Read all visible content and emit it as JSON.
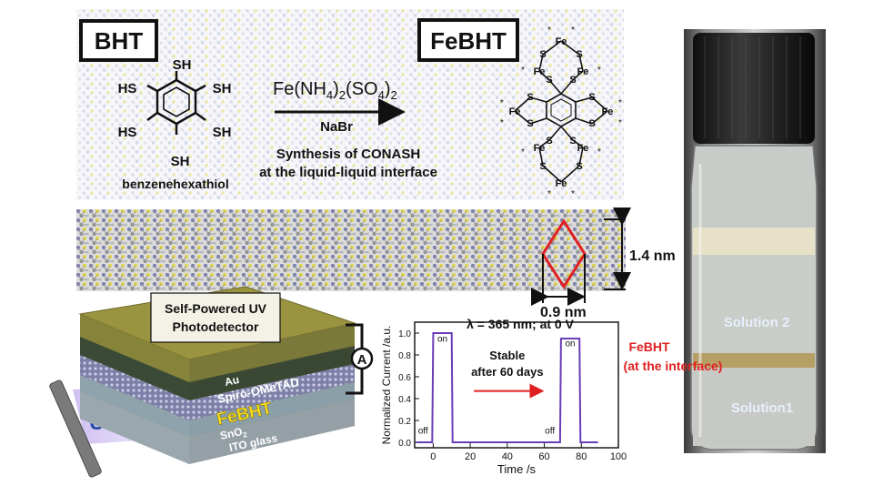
{
  "reactant": {
    "box_label": "BHT",
    "sh": "SH",
    "hs": "HS",
    "name": "benzenehexathiol"
  },
  "reaction": {
    "reagent": "Fe(NH4)2(SO4)2",
    "reagent_main": "Fe(NH",
    "sub4a": "4",
    "paren_close_2": ")",
    "sub2": "2",
    "paren_so": "(SO",
    "sub4b": "4",
    "paren_close": ")",
    "sub2b": "2",
    "condition": "NaBr",
    "desc_line1": "Synthesis of CONASH",
    "desc_line2": "at the liquid-liquid interface"
  },
  "product": {
    "box_label": "FeBHT",
    "fe": "Fe",
    "s": "S",
    "star": "*"
  },
  "lattice": {
    "height_label": "1.4 nm",
    "width_label": "0.9 nm"
  },
  "device": {
    "title_line1": "Self-Powered UV",
    "title_line2": "Photodetector",
    "layers": [
      "Au",
      "Spiro-OMeTAD",
      "FeBHT",
      "SnO2",
      "ITO glass"
    ],
    "layer_au": "Au",
    "layer_spiro": "Spiro-OMeTAD",
    "layer_febht": "FeBHT",
    "layer_sno": "SnO",
    "layer_sno_sub": "2",
    "layer_ito": "ITO glass",
    "ammeter": "A",
    "uv_label": "UV"
  },
  "vial": {
    "solution2": "Solution 2",
    "febht_line1": "FeBHT",
    "febht_line2": "(at the interface)",
    "solution1": "Solution1"
  },
  "chart_data": {
    "type": "line",
    "title": "λ = 365 nm; at 0 V",
    "xlabel": "Time /s",
    "ylabel": "Normalized Current /a.u.",
    "xlim": [
      -10,
      100
    ],
    "ylim": [
      -0.05,
      1.1
    ],
    "xticks": [
      0,
      20,
      40,
      60,
      80,
      100
    ],
    "yticks": [
      0.0,
      0.2,
      0.4,
      0.6,
      0.8,
      1.0
    ],
    "xtick_labels": [
      "0",
      "20",
      "40",
      "60",
      "80",
      "100"
    ],
    "ytick_labels": [
      "0.0",
      "0.2",
      "0.4",
      "0.6",
      "0.8",
      "1.0"
    ],
    "series": [
      {
        "color": "#6a3db8",
        "x": [
          -9,
          -0.5,
          0,
          10,
          10.5,
          20,
          68,
          68.5,
          69,
          79,
          79.5,
          89
        ],
        "y": [
          0.0,
          0.0,
          1.0,
          1.0,
          0.0,
          0.0,
          0.0,
          0.0,
          0.95,
          0.95,
          0.0,
          0.0
        ]
      }
    ],
    "annotations": [
      {
        "text": "on",
        "x": 5,
        "y": 0.92
      },
      {
        "text": "off",
        "x": -5.5,
        "y": 0.08
      },
      {
        "text": "on",
        "x": 74,
        "y": 0.88
      },
      {
        "text": "off",
        "x": 63,
        "y": 0.08
      },
      {
        "text": "Stable",
        "x": 40,
        "y": 0.76
      },
      {
        "text": "after 60 days",
        "x": 40,
        "y": 0.61
      }
    ],
    "arrow_color": "#e02020",
    "grid": false
  },
  "colors": {
    "accent_red": "#e02020",
    "plot_line": "#6a3db8",
    "frame": "#1a1a1a"
  }
}
